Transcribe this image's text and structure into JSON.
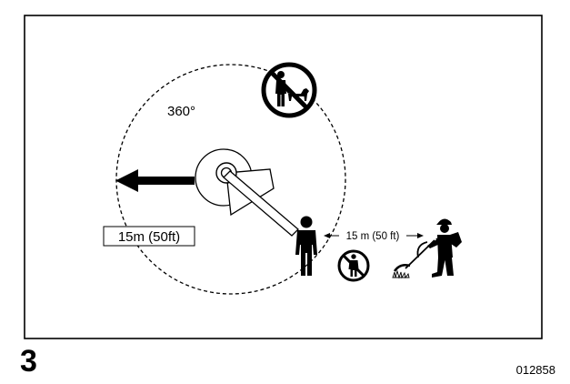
{
  "diagram": {
    "angle_label": "360°",
    "radius_label": "15m (50ft)",
    "distance_label": "15 m (50 ft)"
  },
  "figure": {
    "number": "3",
    "code": "012858"
  },
  "icons": {
    "no_people_pets": "no-people-and-pets-icon",
    "no_person": "no-person-icon",
    "bystander": "person-icon",
    "operator": "trimmer-operator-icon",
    "throw_direction": "left-arrow-icon",
    "cutting_head": "cutting-head-icon"
  },
  "colors": {
    "ink": "#000000",
    "background": "#ffffff"
  }
}
